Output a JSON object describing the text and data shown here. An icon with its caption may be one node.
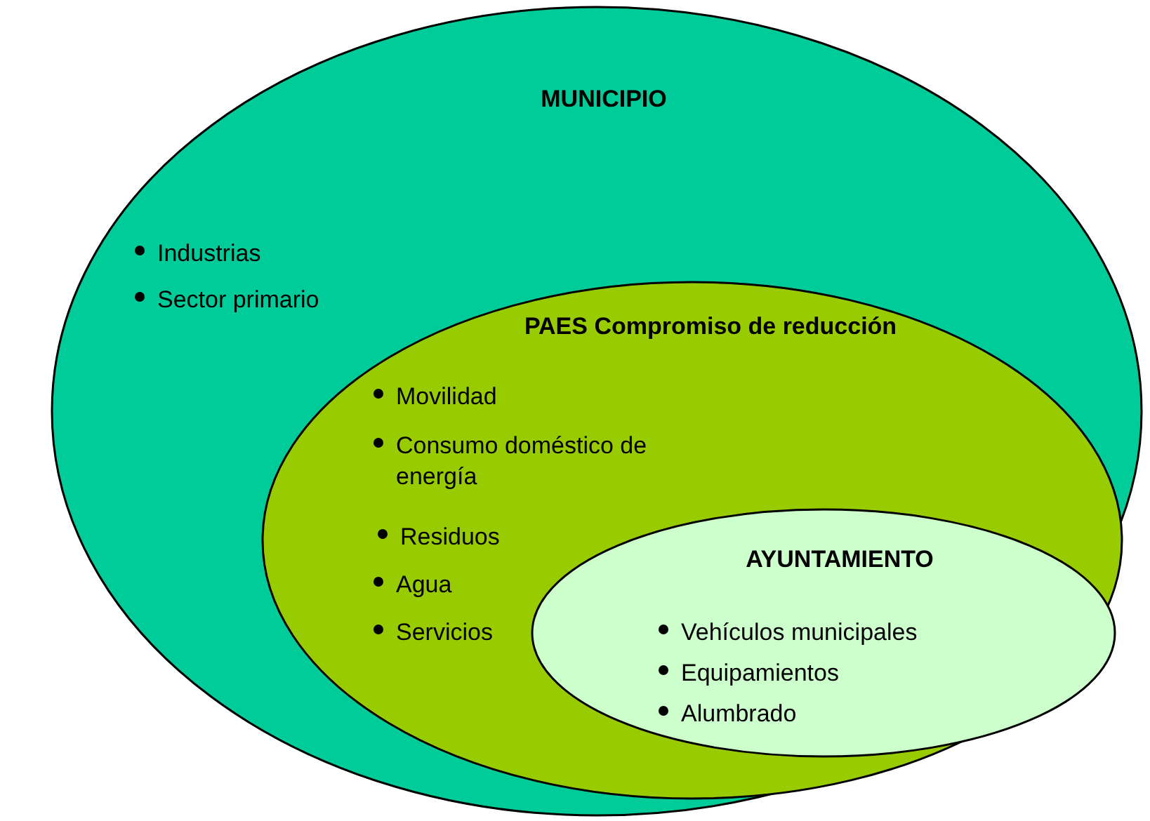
{
  "diagram": {
    "nodes": [
      {
        "text": [
          "MUNICIPIO",
          "Industrias",
          "Sector primario"
        ]
      },
      {
        "text": [
          "PAES Compromiso de reducción",
          "Movilidad",
          "Consumo doméstico de energía",
          "Residuos",
          "Agua",
          "Servicios"
        ],
        "in": 0
      },
      {
        "text": [
          "AYUNTAMIENTO",
          "Vehículos municipales",
          "Equipamientos",
          "Alumbrado"
        ],
        "in": 1
      }
    ],
    "edges": []
  }
}
